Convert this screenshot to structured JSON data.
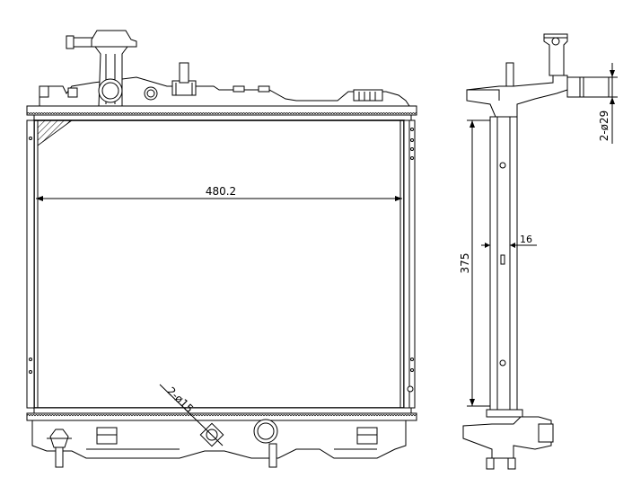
{
  "dimensions": {
    "core_width": "480.2",
    "core_height": "375",
    "core_thickness": "16",
    "inlet_diameter": "2-ø29",
    "outlet_diameter": "2-ø15"
  }
}
